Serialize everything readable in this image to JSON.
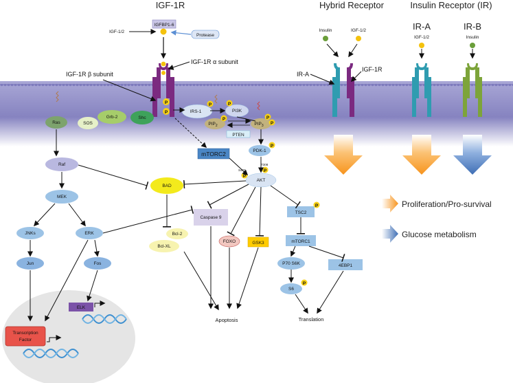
{
  "headers": {
    "igf1r": "IGF-1R",
    "hybrid": "Hybrid Receptor",
    "insulin_receptor": "Insulin Receptor (IR)",
    "ir_a": "IR-A",
    "ir_b": "IR-B"
  },
  "ligands": {
    "igf12_left": "IGF-1/2",
    "igfbp": "IGFBP1-6",
    "protease": "Protease",
    "insulin_hybrid": "Insulin",
    "igf12_hybrid": "IGF-1/2",
    "igf12_ira": "IGF-1/2",
    "insulin_irb": "Insulin"
  },
  "annotations": {
    "alpha_subunit": "IGF-1R α subunit",
    "beta_subunit": "IGF-1R β subunit",
    "hybrid_ira": "IR-A",
    "hybrid_igf1r": "IGF-1R"
  },
  "nodes": {
    "ras": "Ras",
    "sos": "SOS",
    "grb2": "Grb-2",
    "shc": "Shc",
    "irs1": "IRS-1",
    "pi3k": "PI3K",
    "pip2": "PIP",
    "pip2_sub": "2",
    "pip3": "PIP",
    "pip3_sub": "3",
    "pten": "PTEN",
    "pdk1": "PDK-1",
    "mtorc2": "mTORC2",
    "akt": "AKT",
    "s473": "S473",
    "t308": "T308",
    "raf": "Raf",
    "mek": "MEK",
    "jnks": "JNKs",
    "erk": "ERK",
    "jun": "Jun",
    "fos": "Fos",
    "bad": "BAD",
    "bcl2": "Bcl-2",
    "bclxl": "Bcl-XL",
    "caspase9": "Caspase 9",
    "foxo": "FOXO",
    "gsk3": "GSK3",
    "tsc2": "TSC2",
    "mtorc1": "mTORC1",
    "p70s6k": "P70 S6K",
    "s6": "S6",
    "ebp1": "4EBP1",
    "elk": "ELK",
    "tf_line1": "Transcription",
    "tf_line2": "Factor"
  },
  "phospho": "P",
  "outcomes": {
    "apoptosis": "Apoptosis",
    "translation": "Translation"
  },
  "legend": {
    "orange_label": "Proliferation/Pro-survival",
    "blue_label": "Glucose metabolism",
    "orange_color": "#f7941d",
    "blue_color": "#3f6fb5"
  },
  "colors": {
    "igf1r_receptor": "#7b2a80",
    "ira_receptor": "#2f9cb0",
    "irb_receptor": "#7da43a",
    "membrane": "#8b88c6",
    "phospho": "#f7d117",
    "ligand_igf": "#f4c20d",
    "ligand_insulin": "#6a9e3a",
    "mtorc2": "#4a86c5",
    "bad": "#f3ea1c",
    "caspase": "#d9d2ea",
    "foxo": "#f2c7c0",
    "gsk3": "#ffcc00",
    "blue_node": "#9cc3e6",
    "raf": "#b9b8e0",
    "ras": "#7da36d",
    "nucleus": "#e5e5e5"
  }
}
